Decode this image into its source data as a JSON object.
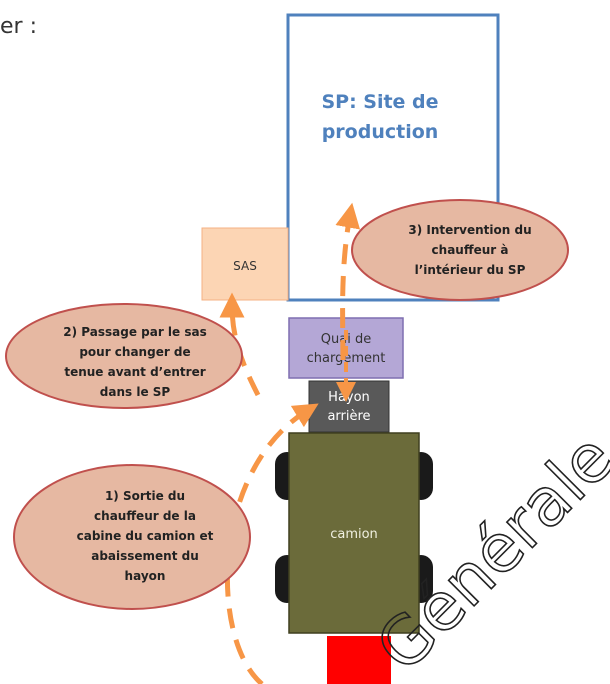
{
  "heading": "er :",
  "site_production": {
    "line1": "SP: Site de",
    "line2": "production"
  },
  "sas": "SAS",
  "quai": {
    "line1": "Quai de",
    "line2": "chargement"
  },
  "hayon": {
    "line1": "Hayon",
    "line2": "arrière"
  },
  "camion": "camion",
  "step1": {
    "line1": "1) Sortie du",
    "line2": "chauffeur de la",
    "line3": "cabine du camion et",
    "line4": "abaissement du",
    "line5": "hayon"
  },
  "step2": {
    "line1": "2) Passage par le sas",
    "line2": "pour changer de",
    "line3": "tenue avant d’entrer",
    "line4": "dans le SP"
  },
  "step3": {
    "line1": "3) Intervention du",
    "line2": "chauffeur à",
    "line3": "l’intérieur du SP"
  },
  "watermark": "Générale",
  "colors": {
    "site_border": "#4f81bd",
    "site_text": "#4f81bd",
    "sas_fill": "#fcd5b4",
    "quai_fill": "#b4a7d6",
    "hayon_fill": "#595959",
    "camion_fill": "#6b6b3a",
    "cabin_fill": "#ff0000",
    "ellipse_fill": "#e6b8a2",
    "ellipse_stroke": "#c0504d",
    "arrow": "#f79646"
  }
}
